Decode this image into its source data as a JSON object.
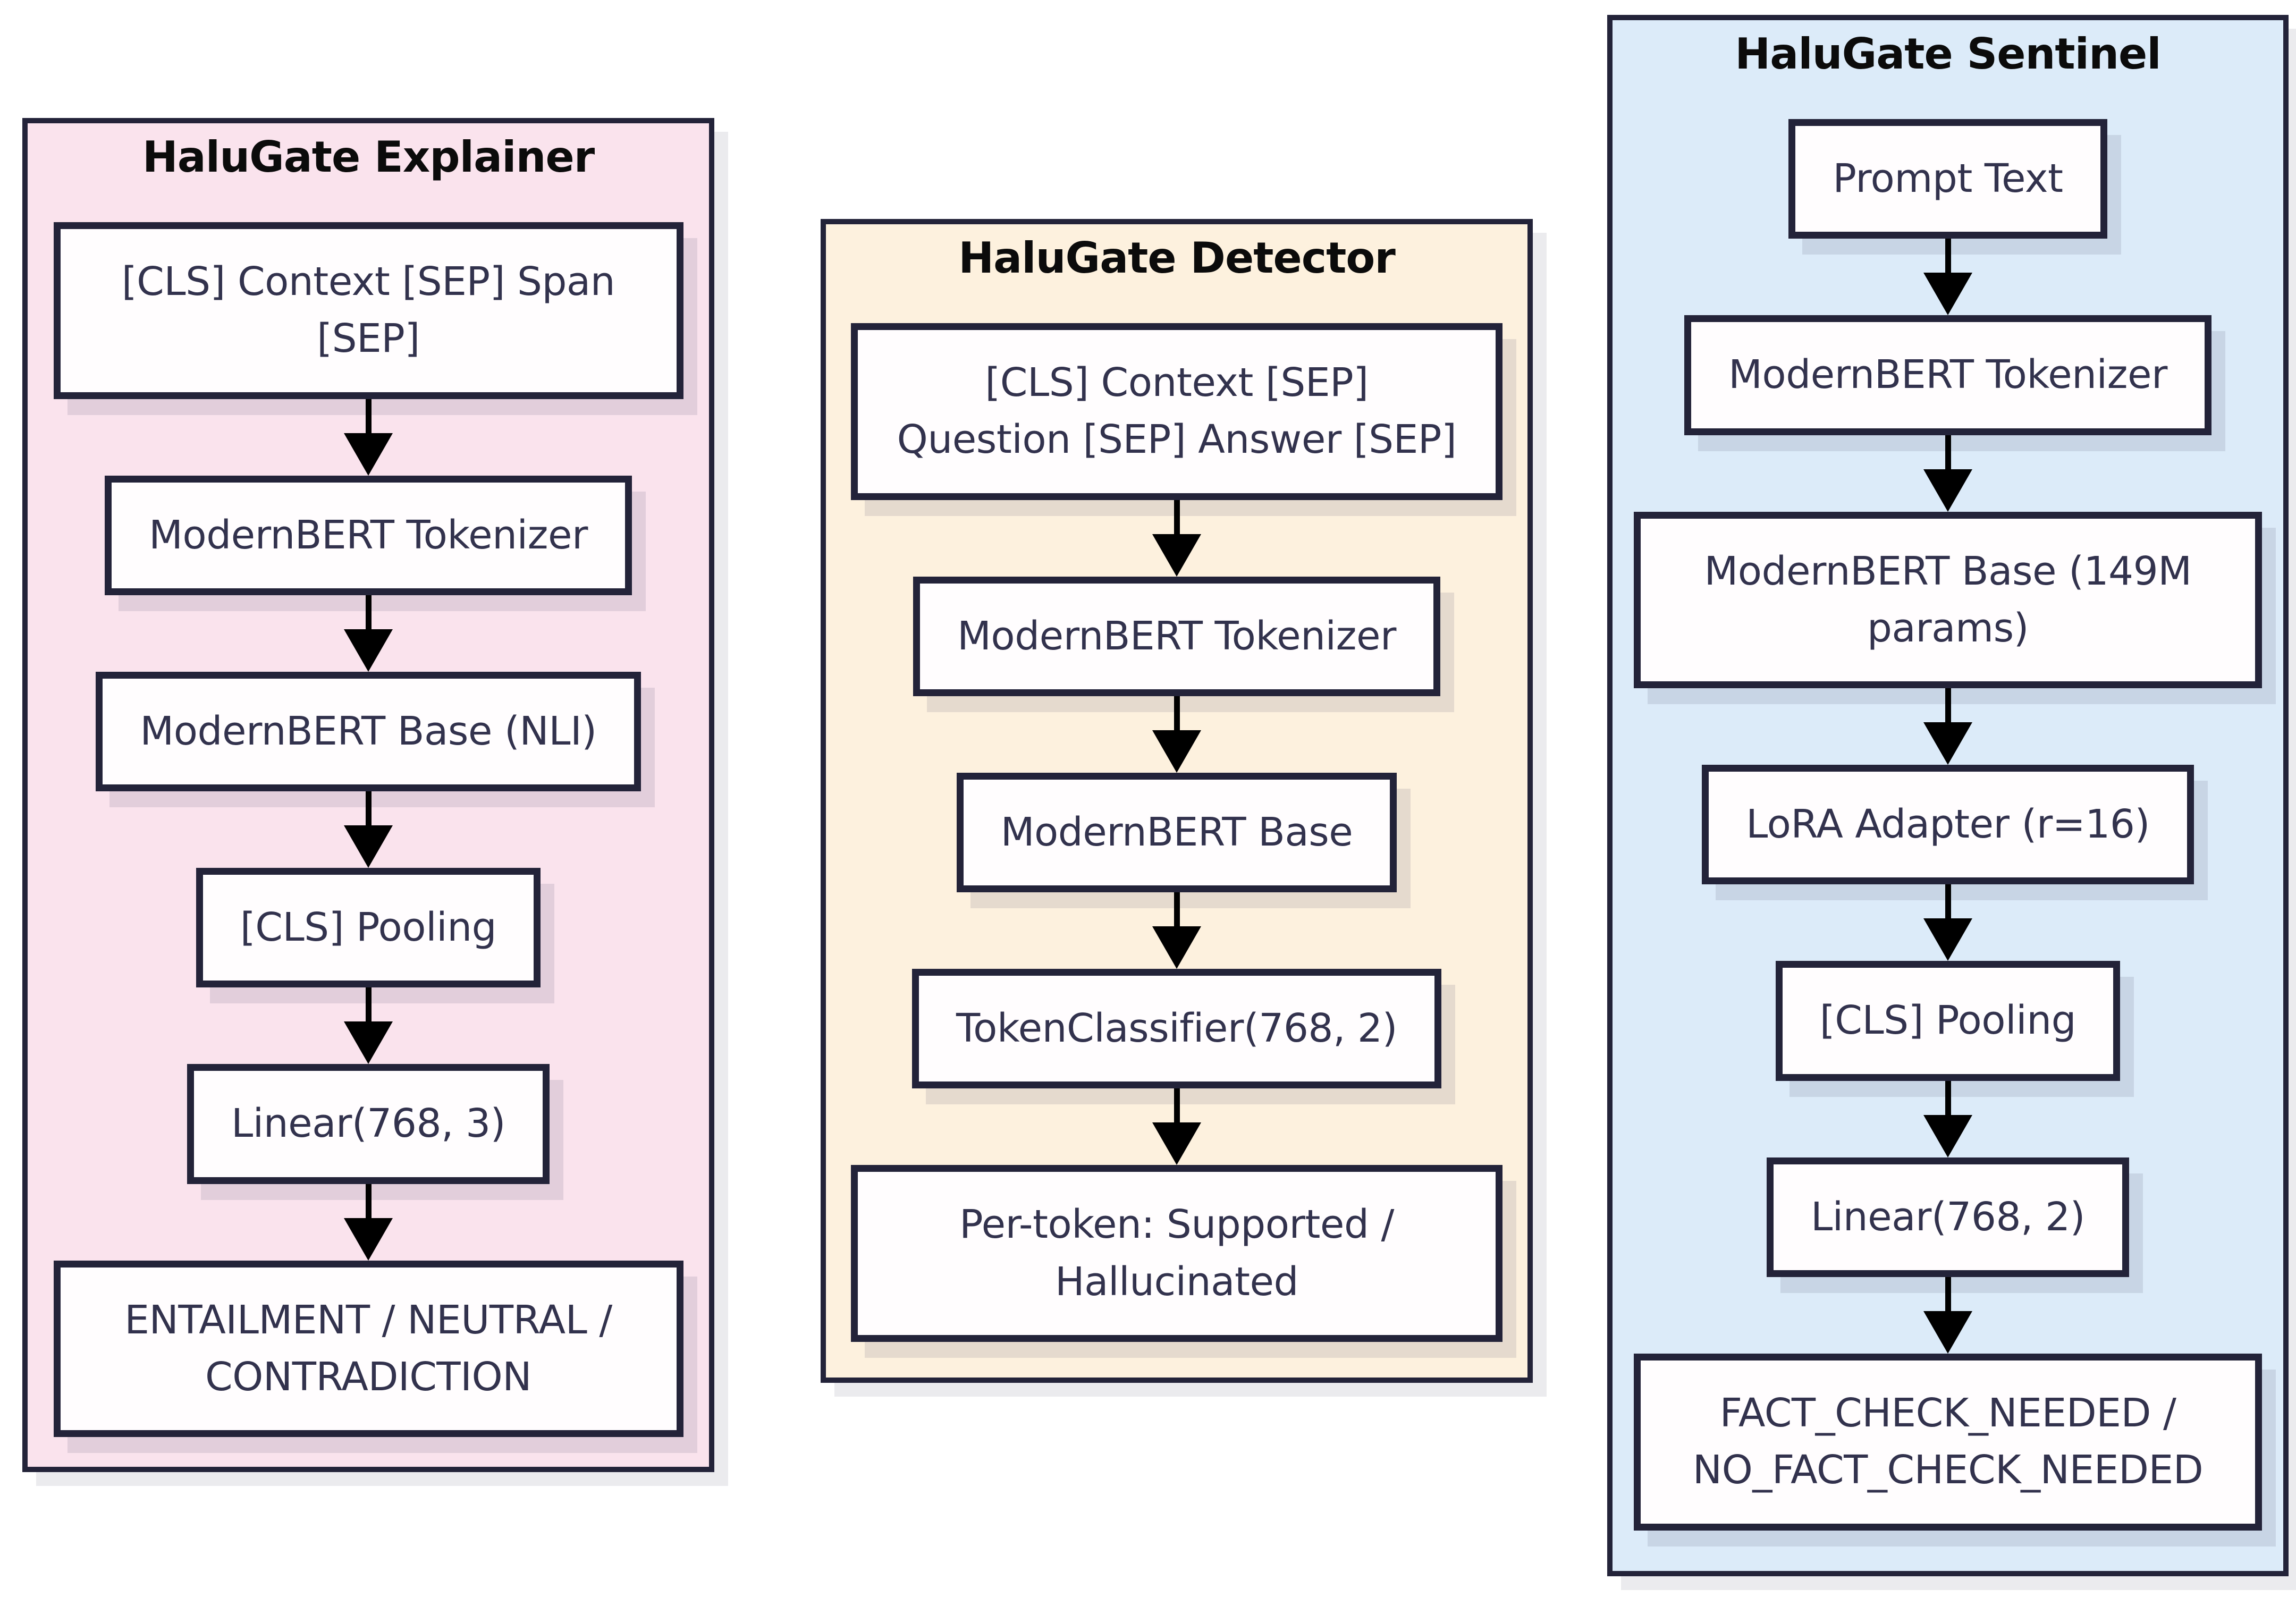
{
  "figure": {
    "colors": {
      "explainer_bg": "#fae3ed",
      "detector_bg": "#fdf1de",
      "sentinel_bg": "#dcebf9",
      "ink_border": "#232339",
      "node_text": "#32324d",
      "title_text": "#0b0b0b",
      "arrow": "#000000",
      "node_bg": "#fffdfe",
      "page_bg": "#ffffff"
    },
    "panels": [
      {
        "title": "HaluGate Explainer",
        "bg": "#fae3ed",
        "nodes": [
          {
            "lines": [
              "[CLS] Context [SEP] Span",
              "[SEP]"
            ]
          },
          {
            "lines": [
              "ModernBERT Tokenizer"
            ]
          },
          {
            "lines": [
              "ModernBERT Base (NLI)"
            ]
          },
          {
            "lines": [
              "[CLS] Pooling"
            ]
          },
          {
            "lines": [
              "Linear(768, 3)"
            ]
          },
          {
            "lines": [
              "ENTAILMENT / NEUTRAL /",
              "CONTRADICTION"
            ]
          }
        ]
      },
      {
        "title": "HaluGate Detector",
        "bg": "#fdf1de",
        "nodes": [
          {
            "lines": [
              "[CLS] Context [SEP]",
              "Question [SEP] Answer [SEP]"
            ]
          },
          {
            "lines": [
              "ModernBERT Tokenizer"
            ]
          },
          {
            "lines": [
              "ModernBERT Base"
            ]
          },
          {
            "lines": [
              "TokenClassifier(768, 2)"
            ]
          },
          {
            "lines": [
              "Per-token: Supported /",
              "Hallucinated"
            ]
          }
        ]
      },
      {
        "title": "HaluGate Sentinel",
        "bg": "#dcebf9",
        "nodes": [
          {
            "lines": [
              "Prompt Text"
            ]
          },
          {
            "lines": [
              "ModernBERT Tokenizer"
            ]
          },
          {
            "lines": [
              "ModernBERT Base (149M",
              "params)"
            ]
          },
          {
            "lines": [
              "LoRA Adapter (r=16)"
            ]
          },
          {
            "lines": [
              "[CLS] Pooling"
            ]
          },
          {
            "lines": [
              "Linear(768, 2)"
            ]
          },
          {
            "lines": [
              "FACT_CHECK_NEEDED /",
              "NO_FACT_CHECK_NEEDED"
            ]
          }
        ]
      }
    ]
  }
}
